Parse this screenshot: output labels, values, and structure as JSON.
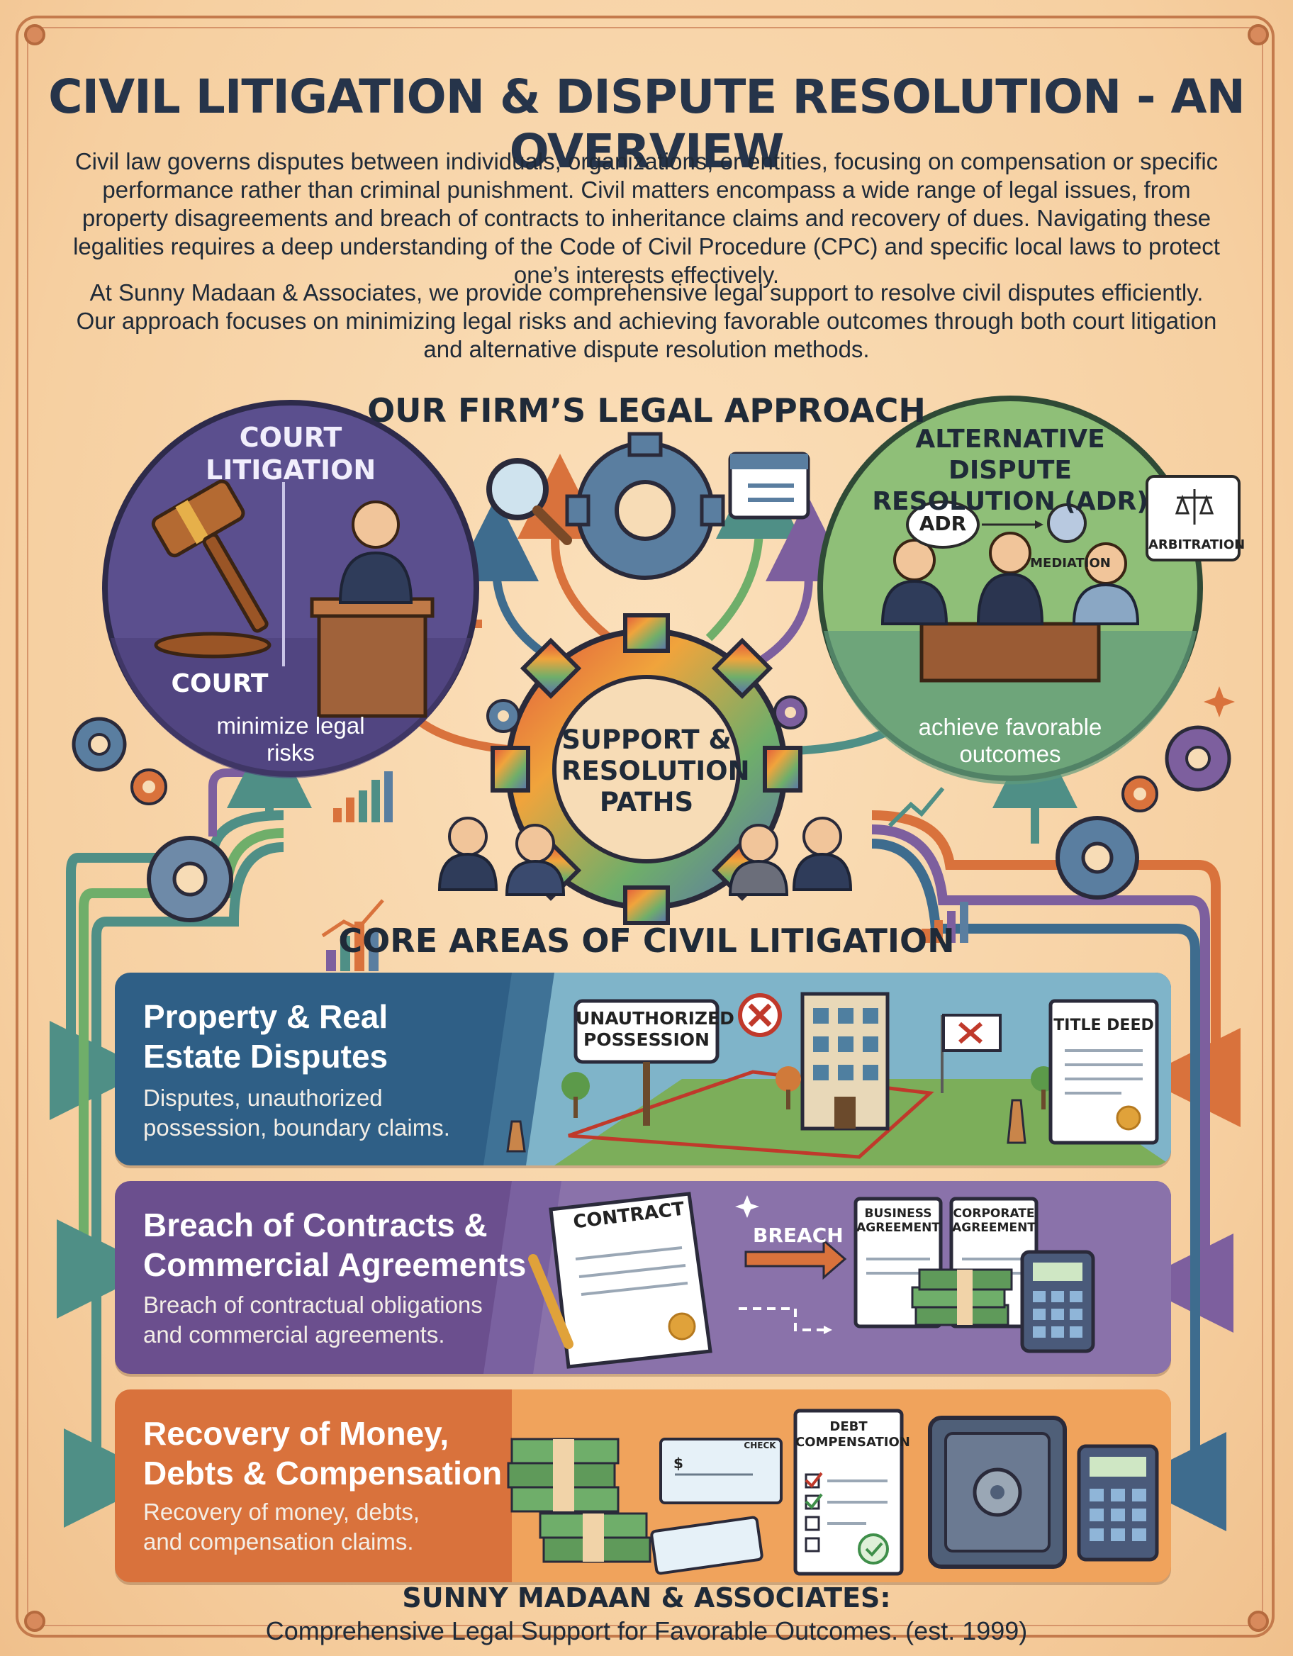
{
  "header": {
    "title": "CIVIL LITIGATION & DISPUTE RESOLUTION - AN OVERVIEW",
    "intro_1": "Civil law governs disputes between individuals, organizations, or entities, focusing on compensation or specific performance rather than criminal punishment. Civil matters encompass a wide range of legal issues, from property disagreements and breach of contracts to inheritance claims and recovery of dues. Navigating these legalities requires a deep understanding of the Code of Civil Procedure (CPC) and specific local laws to protect one’s interests effectively.",
    "intro_2": "At Sunny Madaan & Associates, we provide comprehensive legal support to resolve civil disputes efficiently. Our approach focuses on minimizing legal risks and achieving favorable outcomes through both court litigation and alternative dispute resolution methods."
  },
  "approach": {
    "heading": "OUR FIRM’S LEGAL APPROACH",
    "court": {
      "title_line1": "COURT",
      "title_line2": "LITIGATION",
      "sign": "COURT",
      "caption_line1": "minimize legal",
      "caption_line2": "risks"
    },
    "center": {
      "line1": "SUPPORT &",
      "line2": "RESOLUTION",
      "line3": "PATHS"
    },
    "adr": {
      "title_line1": "ALTERNATIVE DISPUTE",
      "title_line2": "RESOLUTION (ADR)",
      "bubble_adr": "ADR",
      "mediation": "MEDIATION",
      "arbitration": "ARBITRATION",
      "caption_line1": "achieve favorable",
      "caption_line2": "outcomes"
    }
  },
  "core": {
    "heading": "CORE AREAS OF CIVIL LITIGATION",
    "areas": [
      {
        "title_line1": "Property & Real",
        "title_line2": "Estate Disputes",
        "desc_line1": "Disputes, unauthorized",
        "desc_line2": "possession, boundary claims.",
        "sign_line1": "UNAUTHORIZED",
        "sign_line2": "POSSESSION",
        "doc": "TITLE DEED"
      },
      {
        "title_line1": "Breach of Contracts &",
        "title_line2": "Commercial Agreements",
        "desc_line1": "Breach of contractual obligations",
        "desc_line2": "and commercial agreements.",
        "contract": "CONTRACT",
        "breach": "BREACH",
        "doc1_line1": "BUSINESS",
        "doc1_line2": "AGREEMENT",
        "doc2_line1": "CORPORATE",
        "doc2_line2": "AGREEMENT"
      },
      {
        "title_line1": "Recovery of Money,",
        "title_line2": "Debts & Compensation",
        "desc_line1": "Recovery of money, debts,",
        "desc_line2": "and compensation claims.",
        "check": "CHECK",
        "dollar": "$",
        "doc_line1": "DEBT",
        "doc_line2": "COMPENSATION"
      }
    ]
  },
  "footer": {
    "firm": "SUNNY MADAAN & ASSOCIATES:",
    "tagline": "Comprehensive Legal Support for Favorable Outcomes. (est. 1999)"
  },
  "colors": {
    "background": "#f7d4a8",
    "court_circle": "#5b4f8e",
    "adr_circle": "#8fbf78",
    "band_property": "#2f5f86",
    "band_contract": "#6b4f8e",
    "band_recovery": "#d9723c"
  }
}
